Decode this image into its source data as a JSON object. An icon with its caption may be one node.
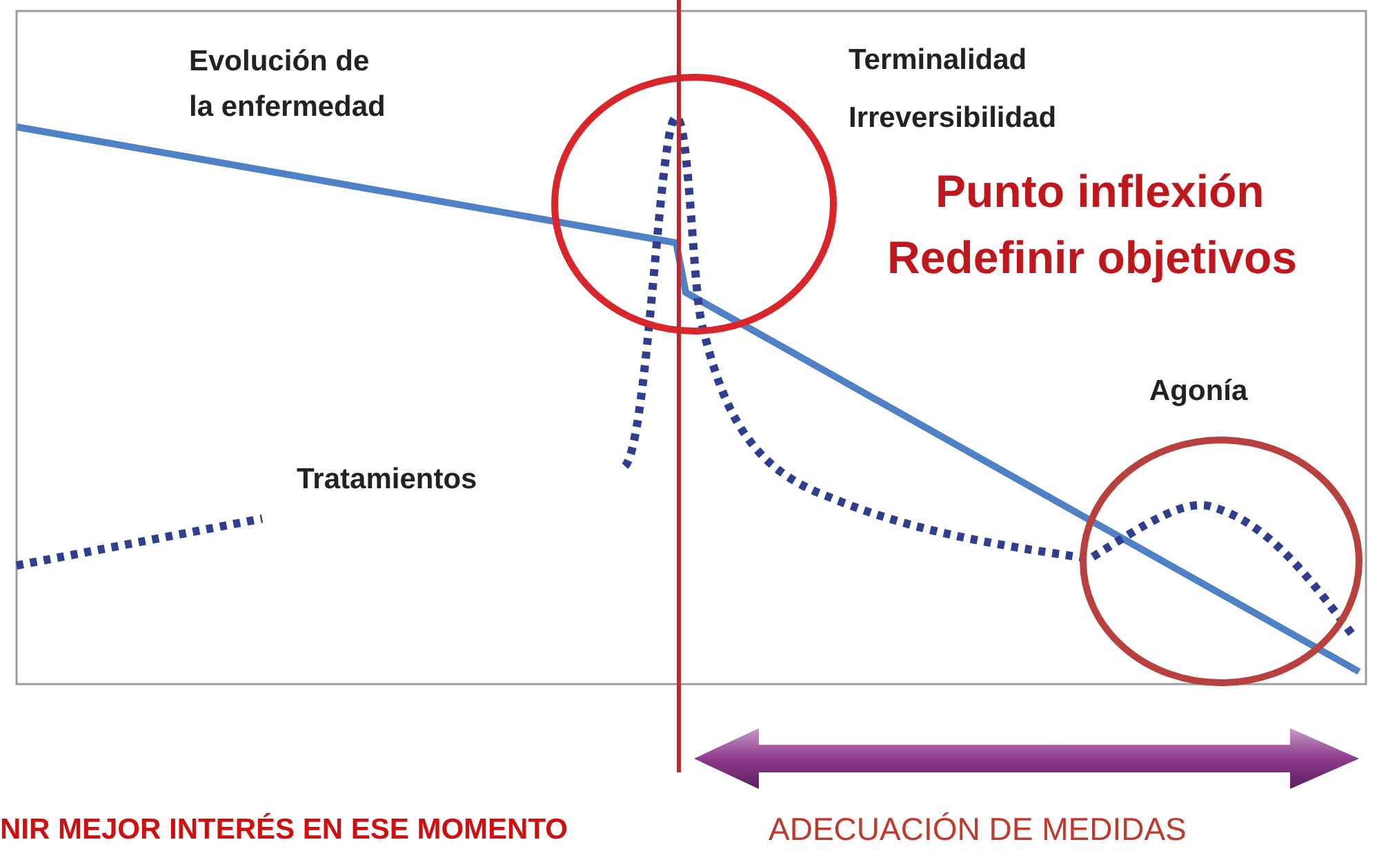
{
  "diagram": {
    "labels": [
      "Evolución de la enfermedad",
      "Terminalidad",
      "Irreversibilidad",
      "Punto inflexión",
      "Redefinir objetivos",
      "Agonía",
      "Tratamientos",
      "NIR MEJOR INTERÉS EN ESE MOMENTO",
      "ADECUACIÓN DE MEDIDAS"
    ]
  }
}
